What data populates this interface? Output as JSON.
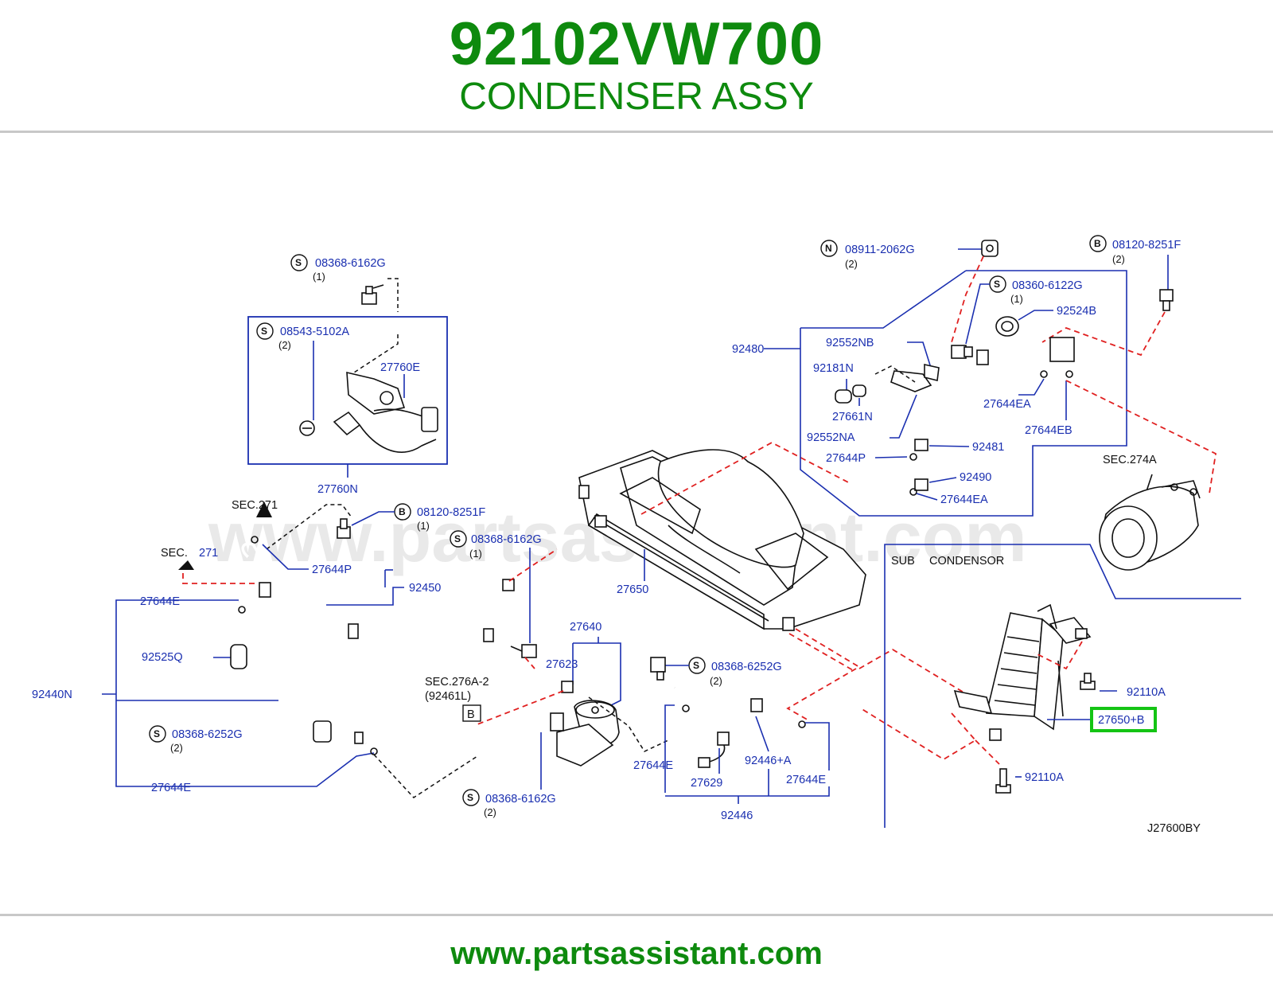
{
  "header": {
    "part_number": "92102VW700",
    "part_name": "CONDENSER ASSY"
  },
  "footer": {
    "url": "www.partsassistant.com"
  },
  "watermark": "www.partsassistant.com",
  "diagram_code": "J27600BY",
  "colors": {
    "brand_green": "#0e8a0e",
    "label_blue": "#1a2fb0",
    "highlight_green": "#14c414",
    "dashed_red": "#e02020"
  },
  "highlighted_part": "27650+B",
  "labels": {
    "s_08368_6162G_top": "08368-6162G",
    "q_top1": "(1)",
    "s_08543_5102A": "08543-5102A",
    "q_08543": "(2)",
    "p_27760E": "27760E",
    "p_27760N": "27760N",
    "sec271_a": "SEC.271",
    "sec271_b_prefix": "SEC.",
    "sec271_b_num": "271",
    "b_08120_8251F_left": "08120-8251F",
    "q_b_left": "(1)",
    "p_27644P_left": "27644P",
    "p_92450": "92450",
    "s_08368_6162G_mid": "08368-6162G",
    "q_mid": "(1)",
    "p_27644E_1": "27644E",
    "p_92525Q": "92525Q",
    "p_92440N": "92440N",
    "s_08368_6252G_left": "08368-6252G",
    "q_6252_left": "(2)",
    "p_27644E_2": "27644E",
    "p_27650": "27650",
    "p_27640": "27640",
    "p_27623": "27623",
    "sec276": "SEC.276A-2",
    "sec276_sub": "(92461L)",
    "box_b": "B",
    "s_08368_6162G_low": "08368-6162G",
    "q_low": "(2)",
    "s_08368_6252G_right": "08368-6252G",
    "q_6252_right": "(2)",
    "p_27644E_3": "27644E",
    "p_27629": "27629",
    "p_92446A": "92446+A",
    "p_27644E_4": "27644E",
    "p_92446": "92446",
    "n_08911_2062G": "08911-2062G",
    "q_n": "(2)",
    "b_08120_8251F_right": "08120-8251F",
    "q_b_right": "(2)",
    "s_08360_6122G": "08360-6122G",
    "q_08360": "(1)",
    "p_92524B": "92524B",
    "p_92480": "92480",
    "p_92552NB": "92552NB",
    "p_92181N": "92181N",
    "p_27661N": "27661N",
    "p_92552NA": "92552NA",
    "p_27644EA_1": "27644EA",
    "p_27644EB": "27644EB",
    "p_92481": "92481",
    "p_27644P_right": "27644P",
    "p_92490": "92490",
    "p_27644EA_2": "27644EA",
    "sec274": "SEC.274A",
    "sub_condensor_1": "SUB",
    "sub_condensor_2": "CONDENSOR",
    "p_92110A_1": "92110A",
    "p_92110A_2": "92110A",
    "p_27650B": "27650+B",
    "circle_S": "S",
    "circle_B": "B",
    "circle_N": "N"
  }
}
